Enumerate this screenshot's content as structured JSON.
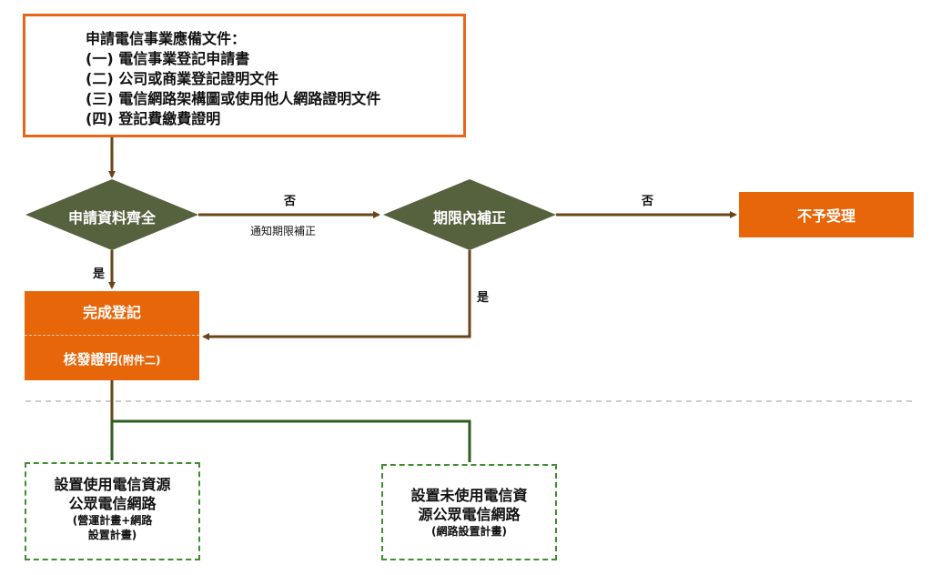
{
  "documents": {
    "title": "申請電信事業應備文件：",
    "items": [
      "(一) 電信事業登記申請書",
      "(二) 公司或商業登記證明文件",
      "(三) 電信網路架構圖或使用他人網路證明文件",
      "(四) 登記費繳費證明"
    ]
  },
  "decision1": {
    "label": "申請資料齊全",
    "no_label": "否",
    "no_note": "通知期限補正",
    "yes_label": "是"
  },
  "decision2": {
    "label": "期限內補正",
    "no_label": "否",
    "yes_label": "是"
  },
  "reject": {
    "label": "不予受理"
  },
  "complete": {
    "title": "完成登記",
    "subtitle": "核發證明",
    "subtitle_note": "(附件二)"
  },
  "outcomes": {
    "with_resources": {
      "line1": "設置使用電信資源",
      "line2": "公眾電信網路",
      "note1": "(營運計畫+網路",
      "note2": "設置計畫)"
    },
    "without_resources": {
      "line1": "設置未使用電信資",
      "line2": "源公眾電信網路",
      "note1": "(網路設置計畫)"
    }
  },
  "colors": {
    "orange": "#E8660A",
    "olive": "#56613E",
    "brown": "#6B4318",
    "green": "#3E8E2F",
    "green_dark": "#2F5E1F",
    "dashed_gray": "#CCCCCC"
  }
}
